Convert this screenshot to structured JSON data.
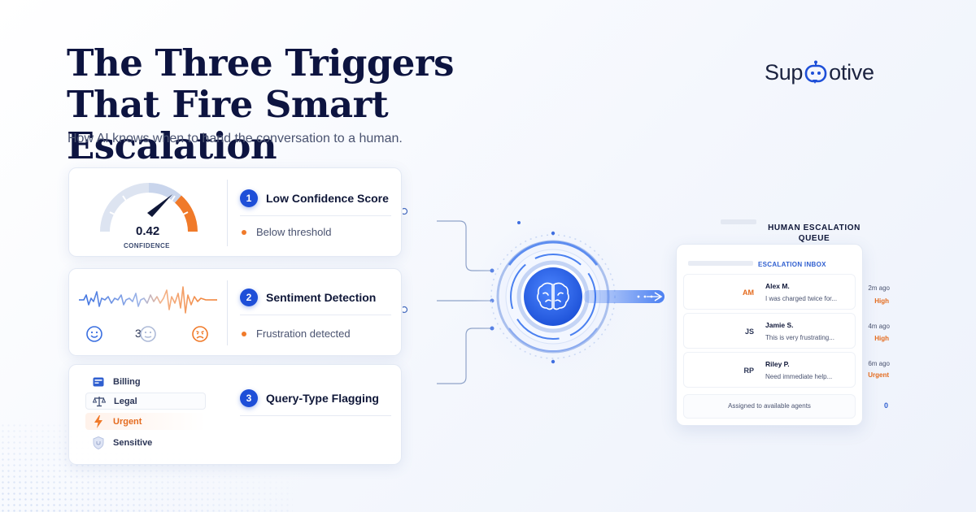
{
  "headline": {
    "line1": "The Three Triggers",
    "line2": "That Fire Smart Escalation"
  },
  "subtitle": "How AI knows when to hand the conversation to a human.",
  "logo": {
    "left": "Sup",
    "right": "otive"
  },
  "colors": {
    "primary": "#1e4fd8",
    "accent": "#f07a2a",
    "navy": "#0d1440"
  },
  "triggers": [
    {
      "number": "1",
      "title": "Low Confidence Score",
      "bullet": "Below threshold",
      "gauge": {
        "value_text": "0.42",
        "value": 0.42,
        "label": "CONFIDENCE"
      }
    },
    {
      "number": "2",
      "title": "Sentiment Detection",
      "bullet": "Frustration detected",
      "faces_count": "3",
      "faces": [
        "happy-face-icon",
        "neutral-face-icon",
        "angry-face-icon"
      ]
    },
    {
      "number": "3",
      "title": "Query-Type Flagging",
      "tags": [
        {
          "label": "Billing",
          "icon": "card-icon"
        },
        {
          "label": "Legal",
          "icon": "scales-icon"
        },
        {
          "label": "Urgent",
          "icon": "lightning-icon"
        },
        {
          "label": "Sensitive",
          "icon": "shield-icon"
        }
      ]
    }
  ],
  "hub": {
    "icon": "brain-icon"
  },
  "queue": {
    "heading_line1": "HUMAN ESCALATION",
    "heading_line2": "QUEUE",
    "inbox_title": "ESCALATION INBOX",
    "rows": [
      {
        "initials": "AM",
        "name": "Alex M.",
        "message": "I was charged twice for...",
        "time": "2m ago",
        "priority": "High"
      },
      {
        "initials": "JS",
        "name": "Jamie S.",
        "message": "This is very frustrating...",
        "time": "4m ago",
        "priority": "High"
      },
      {
        "initials": "RP",
        "name": "Riley P.",
        "message": "Need immediate help...",
        "time": "6m ago",
        "priority": "Urgent"
      }
    ],
    "footer": "Assigned to available agents",
    "footer_count": "0"
  }
}
